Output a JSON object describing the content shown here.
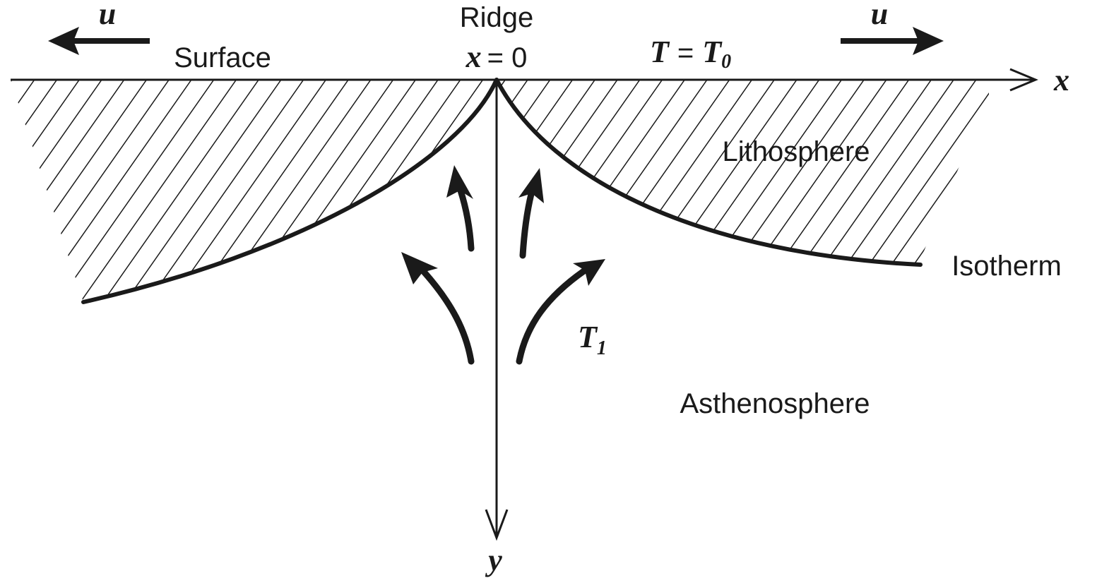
{
  "labels": {
    "ridge": "Ridge",
    "ridge_x": "x",
    "ridge_eq": "= 0",
    "surface": "Surface",
    "velocity_left": "u",
    "velocity_right": "u",
    "temp_T": "T",
    "temp_eq": "=",
    "temp_T0": "T",
    "temp_T0_sub": "0",
    "temp_T1": "T",
    "temp_T1_sub": "1",
    "lithosphere": "Lithosphere",
    "isotherm": "Isotherm",
    "asthenosphere": "Asthenosphere",
    "axis_x": "x",
    "axis_y": "y"
  }
}
